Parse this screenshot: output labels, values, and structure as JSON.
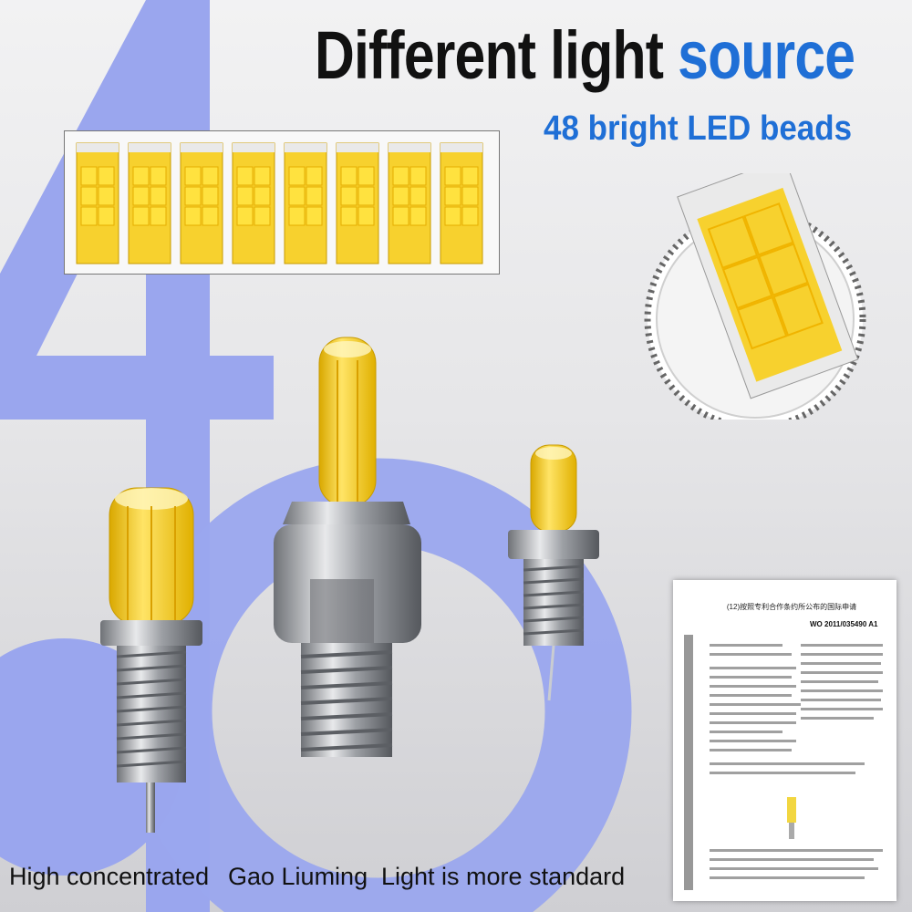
{
  "header": {
    "title_main": "Different light",
    "title_accent": "source",
    "subtitle": "48 bright LED beads"
  },
  "captions": {
    "left": "High concentrated",
    "center": "Gao Liuming",
    "right": "Light is more standard"
  },
  "certificate": {
    "heading": "(12)按照专利合作条约所公布的国际申请",
    "publication_number": "WO 2011/035490 A1"
  },
  "colors": {
    "accent_blue": "#1f6fd6",
    "backdrop_blue": "#9aa6ee",
    "led_yellow": "#f7d12e",
    "metal": "#b9bcc2"
  }
}
